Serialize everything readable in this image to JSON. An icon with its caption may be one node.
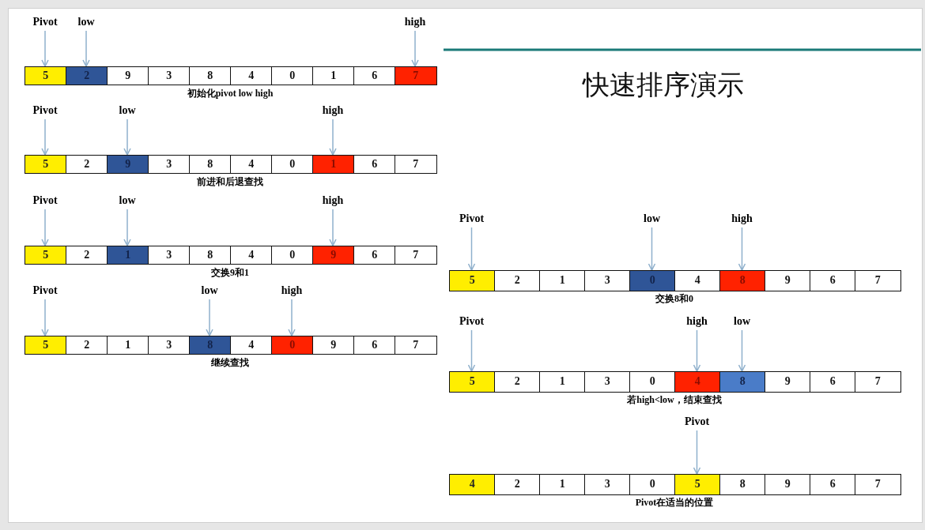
{
  "diagram": {
    "title": "快速排序演示",
    "nodes": [
      {
        "text": [
          "Pivot"
        ]
      },
      {
        "text": [
          "low"
        ]
      },
      {
        "text": [
          "high"
        ]
      },
      {
        "text": [
          "5"
        ]
      },
      {
        "text": [
          "2"
        ]
      },
      {
        "text": [
          "9"
        ]
      },
      {
        "text": [
          "3"
        ]
      },
      {
        "text": [
          "8"
        ]
      },
      {
        "text": [
          "4"
        ]
      },
      {
        "text": [
          "0"
        ]
      },
      {
        "text": [
          "1"
        ]
      },
      {
        "text": [
          "6"
        ]
      },
      {
        "text": [
          "7"
        ]
      },
      {
        "text": [
          "Pivot"
        ]
      },
      {
        "text": [
          "low"
        ]
      },
      {
        "text": [
          "high"
        ]
      },
      {
        "text": [
          "5"
        ]
      },
      {
        "text": [
          "2"
        ]
      },
      {
        "text": [
          "9"
        ]
      },
      {
        "text": [
          "3"
        ]
      },
      {
        "text": [
          "8"
        ]
      },
      {
        "text": [
          "4"
        ]
      },
      {
        "text": [
          "0"
        ]
      },
      {
        "text": [
          "1"
        ]
      },
      {
        "text": [
          "6"
        ]
      },
      {
        "text": [
          "7"
        ]
      },
      {
        "text": [
          "Pivot"
        ]
      },
      {
        "text": [
          "low"
        ]
      },
      {
        "text": [
          "high"
        ]
      },
      {
        "text": [
          "5"
        ]
      },
      {
        "text": [
          "2"
        ]
      },
      {
        "text": [
          "1"
        ]
      },
      {
        "text": [
          "3"
        ]
      },
      {
        "text": [
          "8"
        ]
      },
      {
        "text": [
          "4"
        ]
      },
      {
        "text": [
          "0"
        ]
      },
      {
        "text": [
          "9"
        ]
      },
      {
        "text": [
          "6"
        ]
      },
      {
        "text": [
          "7"
        ]
      },
      {
        "text": [
          "Pivot"
        ]
      },
      {
        "text": [
          "low"
        ]
      },
      {
        "text": [
          "high"
        ]
      },
      {
        "text": [
          "5"
        ]
      },
      {
        "text": [
          "2"
        ]
      },
      {
        "text": [
          "1"
        ]
      },
      {
        "text": [
          "3"
        ]
      },
      {
        "text": [
          "8"
        ]
      },
      {
        "text": [
          "4"
        ]
      },
      {
        "text": [
          "0"
        ]
      },
      {
        "text": [
          "9"
        ]
      },
      {
        "text": [
          "6"
        ]
      },
      {
        "text": [
          "7"
        ]
      },
      {
        "text": [
          "Pivot"
        ]
      },
      {
        "text": [
          "low"
        ]
      },
      {
        "text": [
          "high"
        ]
      },
      {
        "text": [
          "5"
        ]
      },
      {
        "text": [
          "2"
        ]
      },
      {
        "text": [
          "1"
        ]
      },
      {
        "text": [
          "3"
        ]
      },
      {
        "text": [
          "0"
        ]
      },
      {
        "text": [
          "4"
        ]
      },
      {
        "text": [
          "8"
        ]
      },
      {
        "text": [
          "9"
        ]
      },
      {
        "text": [
          "6"
        ]
      },
      {
        "text": [
          "7"
        ]
      },
      {
        "text": [
          "Pivot"
        ]
      },
      {
        "text": [
          "high"
        ]
      },
      {
        "text": [
          "low"
        ]
      },
      {
        "text": [
          "5"
        ]
      },
      {
        "text": [
          "2"
        ]
      },
      {
        "text": [
          "1"
        ]
      },
      {
        "text": [
          "3"
        ]
      },
      {
        "text": [
          "0"
        ]
      },
      {
        "text": [
          "4"
        ]
      },
      {
        "text": [
          "8"
        ]
      },
      {
        "text": [
          "9"
        ]
      },
      {
        "text": [
          "6"
        ]
      },
      {
        "text": [
          "7"
        ]
      },
      {
        "text": [
          "Pivot"
        ]
      },
      {
        "text": [
          "4"
        ]
      },
      {
        "text": [
          "2"
        ]
      },
      {
        "text": [
          "1"
        ]
      },
      {
        "text": [
          "3"
        ]
      },
      {
        "text": [
          "0"
        ]
      },
      {
        "text": [
          "5"
        ]
      },
      {
        "text": [
          "8"
        ]
      },
      {
        "text": [
          "9"
        ]
      },
      {
        "text": [
          "6"
        ]
      },
      {
        "text": [
          "7"
        ]
      }
    ],
    "edges": [
      {
        "from": 0,
        "to": 3,
        "arrow": "to"
      },
      {
        "from": 1,
        "to": 4,
        "arrow": "to"
      },
      {
        "from": 2,
        "to": 12,
        "arrow": "to"
      },
      {
        "from": 13,
        "to": 16,
        "arrow": "to"
      },
      {
        "from": 14,
        "to": 18,
        "arrow": "to"
      },
      {
        "from": 15,
        "to": 23,
        "arrow": "to"
      },
      {
        "from": 26,
        "to": 29,
        "arrow": "to"
      },
      {
        "from": 27,
        "to": 31,
        "arrow": "to"
      },
      {
        "from": 28,
        "to": 36,
        "arrow": "to"
      },
      {
        "from": 39,
        "to": 42,
        "arrow": "to"
      },
      {
        "from": 40,
        "to": 46,
        "arrow": "to"
      },
      {
        "from": 41,
        "to": 48,
        "arrow": "to"
      },
      {
        "from": 52,
        "to": 55,
        "arrow": "to"
      },
      {
        "from": 53,
        "to": 59,
        "arrow": "to"
      },
      {
        "from": 54,
        "to": 61,
        "arrow": "to"
      },
      {
        "from": 65,
        "to": 68,
        "arrow": "to"
      },
      {
        "from": 66,
        "to": 73,
        "arrow": "to"
      },
      {
        "from": 67,
        "to": 74,
        "arrow": "to"
      },
      {
        "from": 78,
        "to": 84,
        "arrow": "to"
      }
    ],
    "labels": [
      "初始化pivot low high",
      "前进和后退查找",
      "交换9和1",
      "继续查找",
      "交换8和0",
      "若high<low，结束查找",
      "Pivot在适当的位置"
    ]
  }
}
